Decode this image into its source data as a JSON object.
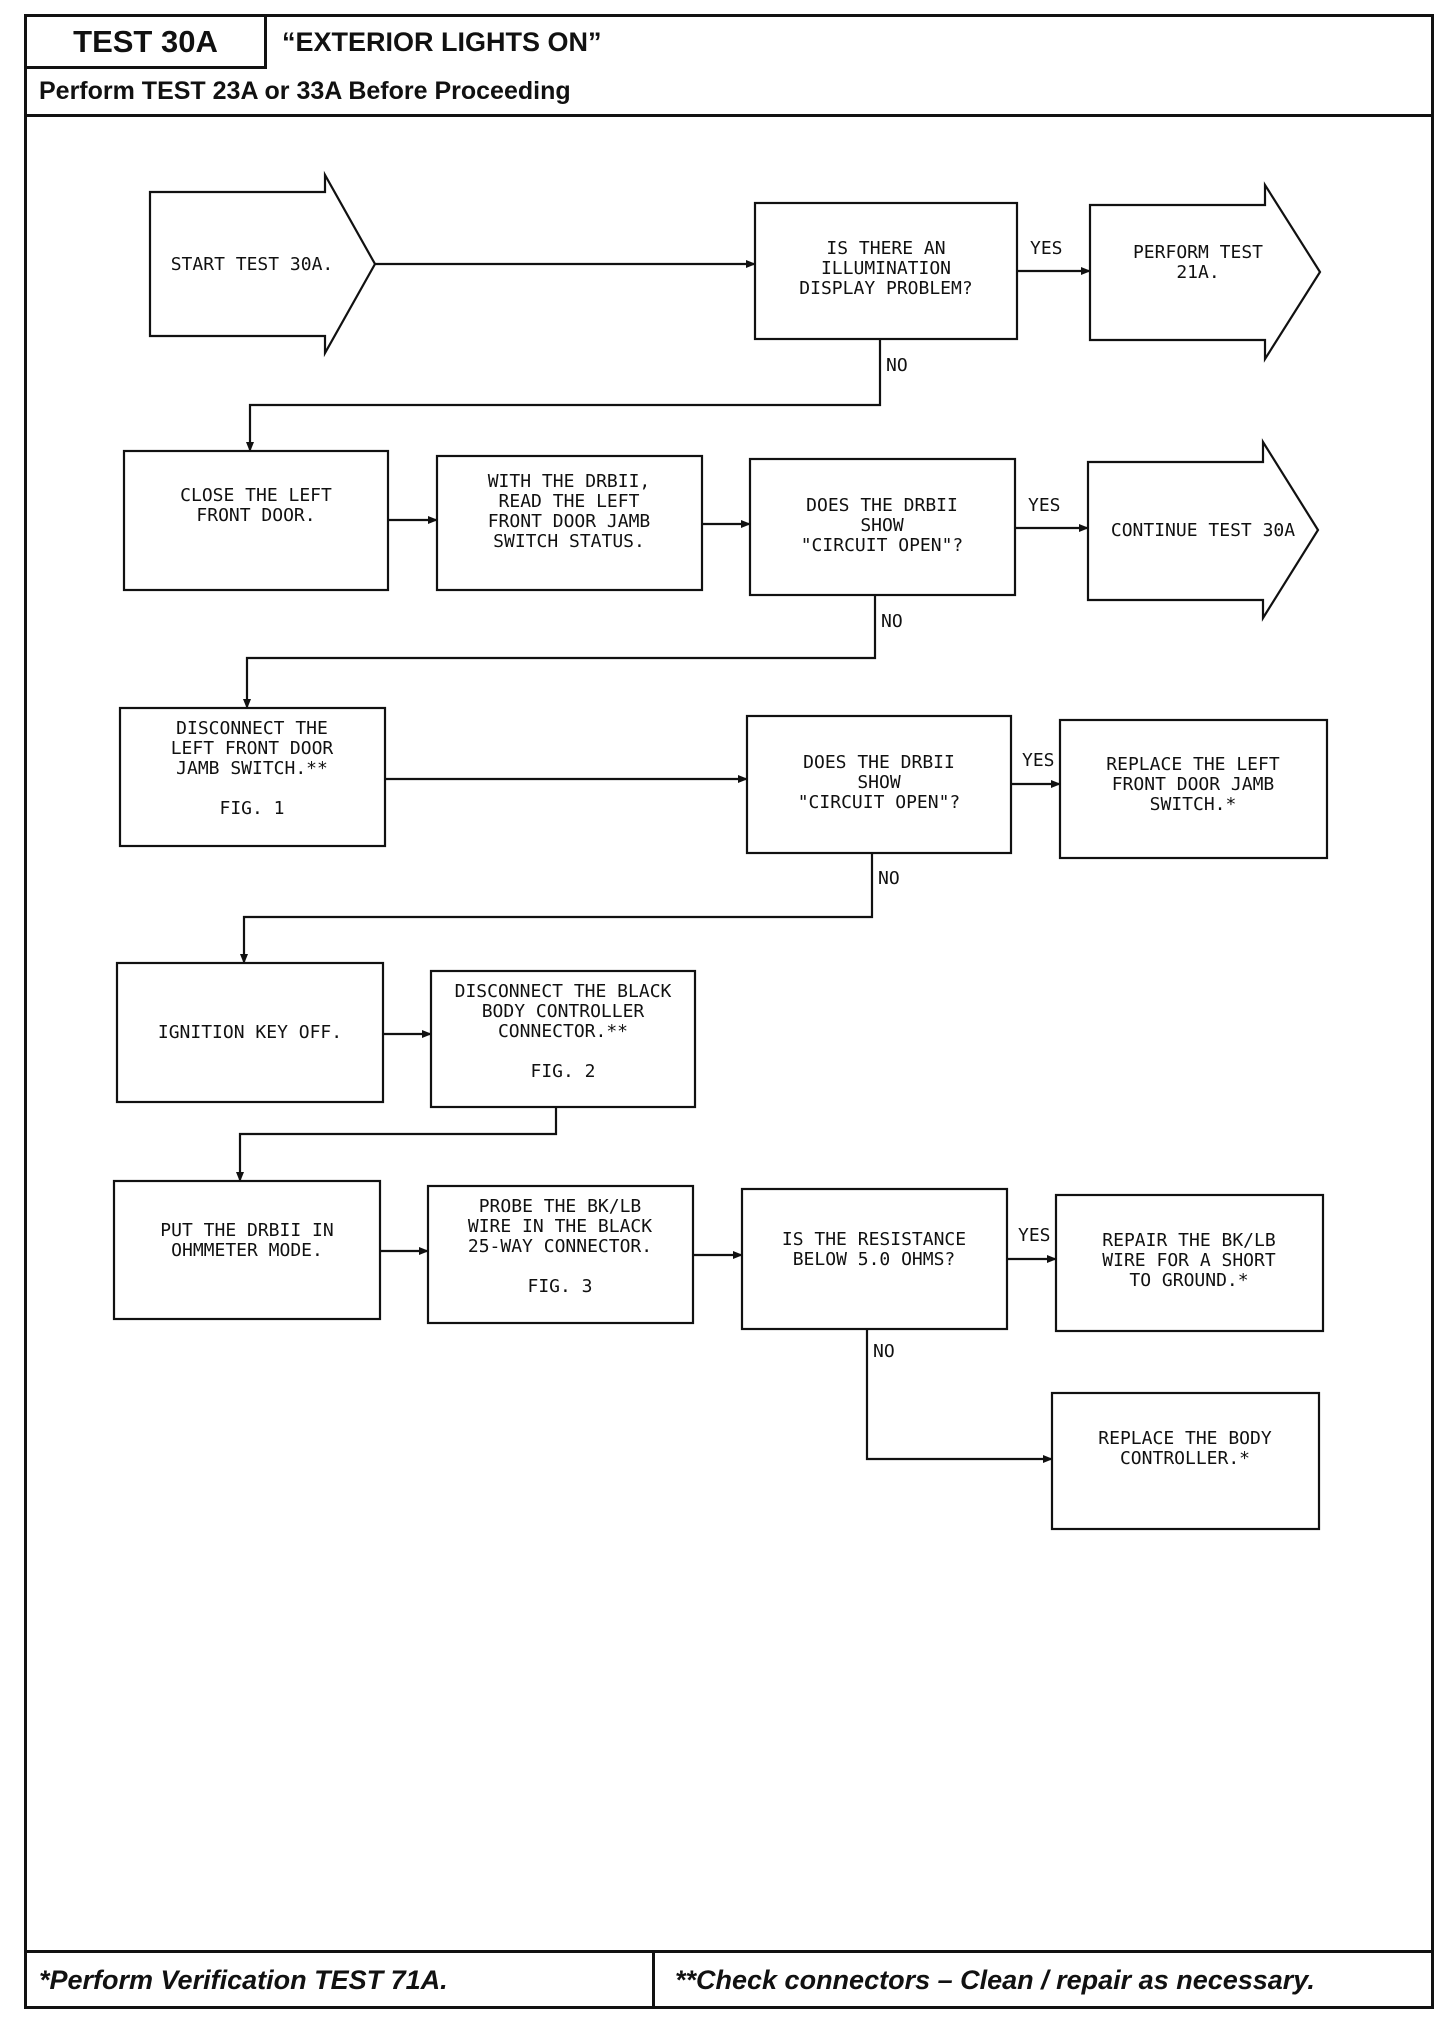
{
  "header": {
    "test_id": "TEST 30A",
    "title": "“EXTERIOR LIGHTS ON”",
    "prerequisite": "Perform TEST 23A or 33A Before Proceeding"
  },
  "footer": {
    "left": "*Perform Verification TEST 71A.",
    "right": "**Check connectors – Clean / repair as necessary."
  },
  "branch_labels": {
    "yes": "YES",
    "no": "NO"
  },
  "nodes": {
    "start": [
      "START TEST 30A."
    ],
    "q_illumination": [
      "IS THERE AN",
      "ILLUMINATION",
      "DISPLAY PROBLEM?"
    ],
    "perform_21a": [
      "PERFORM TEST",
      "21A."
    ],
    "close_door": [
      "CLOSE THE LEFT",
      "FRONT DOOR."
    ],
    "read_status": [
      "WITH THE DRBII,",
      "READ THE LEFT",
      "FRONT DOOR JAMB",
      "SWITCH STATUS."
    ],
    "q_circuit_open_1": [
      "DOES THE DRBII",
      "SHOW",
      "\"CIRCUIT OPEN\"?"
    ],
    "continue_30a": [
      "CONTINUE TEST 30A"
    ],
    "disconnect_switch": [
      "DISCONNECT THE",
      "LEFT FRONT DOOR",
      "JAMB SWITCH.**",
      "",
      "FIG. 1"
    ],
    "q_circuit_open_2": [
      "DOES THE DRBII",
      "SHOW",
      "\"CIRCUIT OPEN\"?"
    ],
    "replace_switch": [
      "REPLACE THE LEFT",
      "FRONT DOOR JAMB",
      "SWITCH.*"
    ],
    "ignition_off": [
      "IGNITION KEY OFF."
    ],
    "disconnect_bcm": [
      "DISCONNECT THE BLACK",
      "BODY CONTROLLER",
      "CONNECTOR.**",
      "",
      "FIG. 2"
    ],
    "ohmmeter": [
      "PUT THE DRBII IN",
      "OHMMETER MODE."
    ],
    "probe_wire": [
      "PROBE THE BK/LB",
      "WIRE IN THE BLACK",
      "25-WAY CONNECTOR.",
      "",
      "FIG. 3"
    ],
    "q_resistance": [
      "IS THE RESISTANCE",
      "BELOW 5.0 OHMS?"
    ],
    "repair_wire": [
      "REPAIR THE BK/LB",
      "WIRE FOR A SHORT",
      "TO GROUND.*"
    ],
    "replace_bcm": [
      "REPLACE THE BODY",
      "CONTROLLER.*"
    ]
  }
}
